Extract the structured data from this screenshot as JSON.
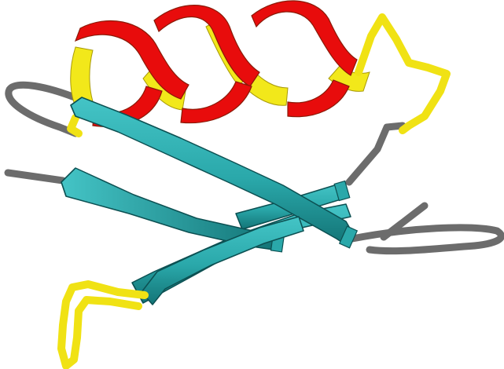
{
  "figure": {
    "kind": "protein-ribbon-cartoon",
    "background": "#ffffff",
    "colors": {
      "helix_face": "#e80c0c",
      "helix_face_dark": "#b80606",
      "helix_back": "#f2e81a",
      "helix_edge": "#8a1a08",
      "turn": "#f0e214",
      "turn_edge": "#9a8a00",
      "coil": "#6c6c6c",
      "coil_edge": "#3e3e3e",
      "strand": "#2aa8aa",
      "strand_light": "#44c4c6",
      "strand_dark": "#137476",
      "strand_edge": "#0c5052"
    },
    "elements": [
      {
        "type": "alpha-helix",
        "turns": 3
      },
      {
        "type": "beta-strand",
        "count": 4
      },
      {
        "type": "turn",
        "count": 2
      },
      {
        "type": "coil",
        "count": 4
      }
    ]
  }
}
